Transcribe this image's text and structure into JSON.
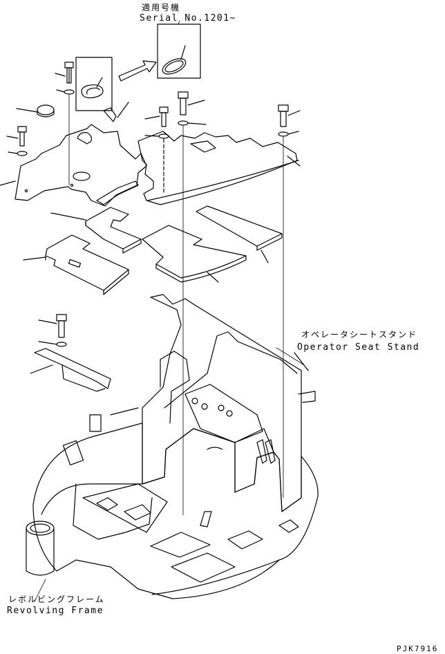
{
  "header": {
    "applicability_jp": "適用号機",
    "serial": "Serial No.1201~"
  },
  "labels": {
    "seat_stand_jp": "オペレータシートスタンド",
    "seat_stand_en": "Operator Seat Stand",
    "frame_jp": "レボルビングフレーム",
    "frame_en": "Revolving Frame"
  },
  "footer": {
    "drawing_code": "PJK7916"
  }
}
